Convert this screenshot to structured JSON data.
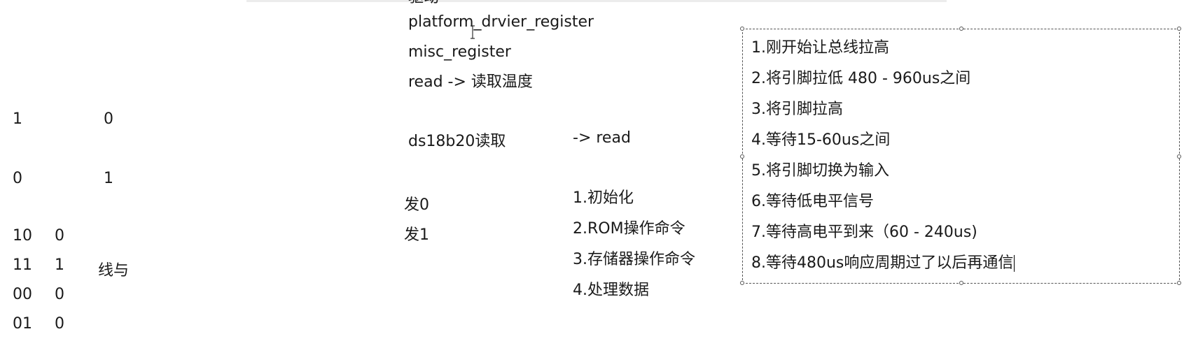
{
  "left_table": {
    "rows": [
      {
        "a": "1",
        "b": "0"
      },
      {
        "a": "0",
        "b": "1"
      },
      {
        "a": "10",
        "b": "0"
      },
      {
        "a": "11",
        "b": "1"
      },
      {
        "a": "00",
        "b": "0"
      },
      {
        "a": "01",
        "b": "0"
      }
    ],
    "label": "线与"
  },
  "middle": {
    "clipped_top": "驱动",
    "lines": [
      "platform_drvier_register",
      "misc_register",
      "read ->  读取温度"
    ],
    "ds_label": "ds18b20读取",
    "ds_arrow": "-> read",
    "send0": "发0",
    "send1": "发1",
    "steps": [
      "1.初始化",
      "2.ROM操作命令",
      "3.存储器操作命令",
      "4.处理数据"
    ]
  },
  "textbox": {
    "lines": [
      "1.刚开始让总线拉高",
      "2.将引脚拉低 480 - 960us之间",
      "3.将引脚拉高",
      "4.等待15-60us之间",
      "5.将引脚切换为输入",
      "6.等待低电平信号",
      "7.等待高电平到来（60 - 240us)",
      "8.等待480us响应周期过了以后再通信"
    ]
  },
  "icons": {
    "text_cursor": "i-beam-cursor-icon"
  }
}
